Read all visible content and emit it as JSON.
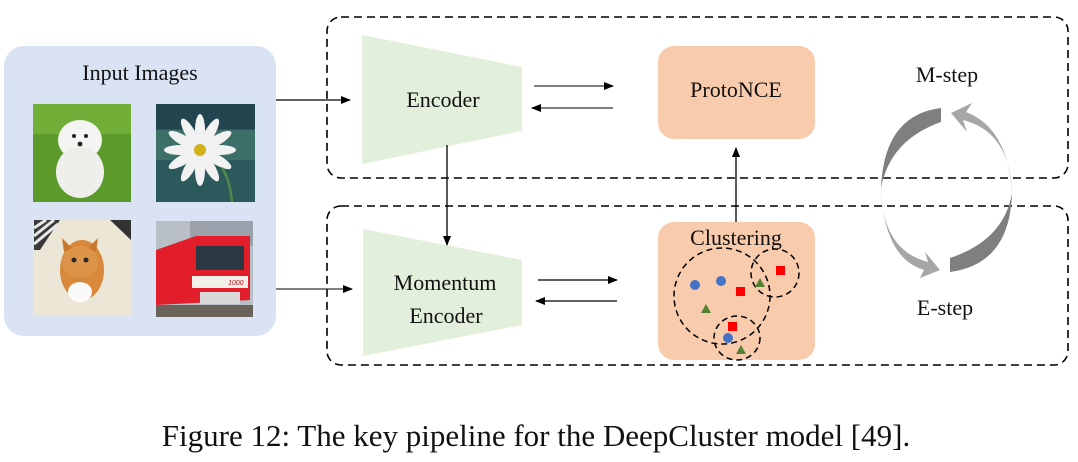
{
  "input_panel": {
    "title": "Input Images",
    "images": [
      {
        "name": "dog",
        "alt": "White dog on grass"
      },
      {
        "name": "flower",
        "alt": "White daisy"
      },
      {
        "name": "cat",
        "alt": "Orange tabby cat"
      },
      {
        "name": "train",
        "alt": "Red train",
        "number_text": "1000"
      }
    ]
  },
  "nodes": {
    "encoder": "Encoder",
    "momentum_encoder_line1": "Momentum",
    "momentum_encoder_line2": "Encoder",
    "protonce": "ProtoNCE",
    "clustering": "Clustering"
  },
  "cycle": {
    "m_step": "M-step",
    "e_step": "E-step"
  },
  "caption": "Figure 12: The key pipeline for the DeepCluster model [49].",
  "colors": {
    "input_panel_bg": "#dae3f3",
    "encoder_fill": "#e2efda",
    "orange_box": "#f8cbad",
    "point_blue": "#4472c4",
    "point_red": "#ff0000",
    "point_green": "#548235",
    "arrow_dark": "#7f7f7f",
    "arrow_light": "#a6a6a6"
  }
}
